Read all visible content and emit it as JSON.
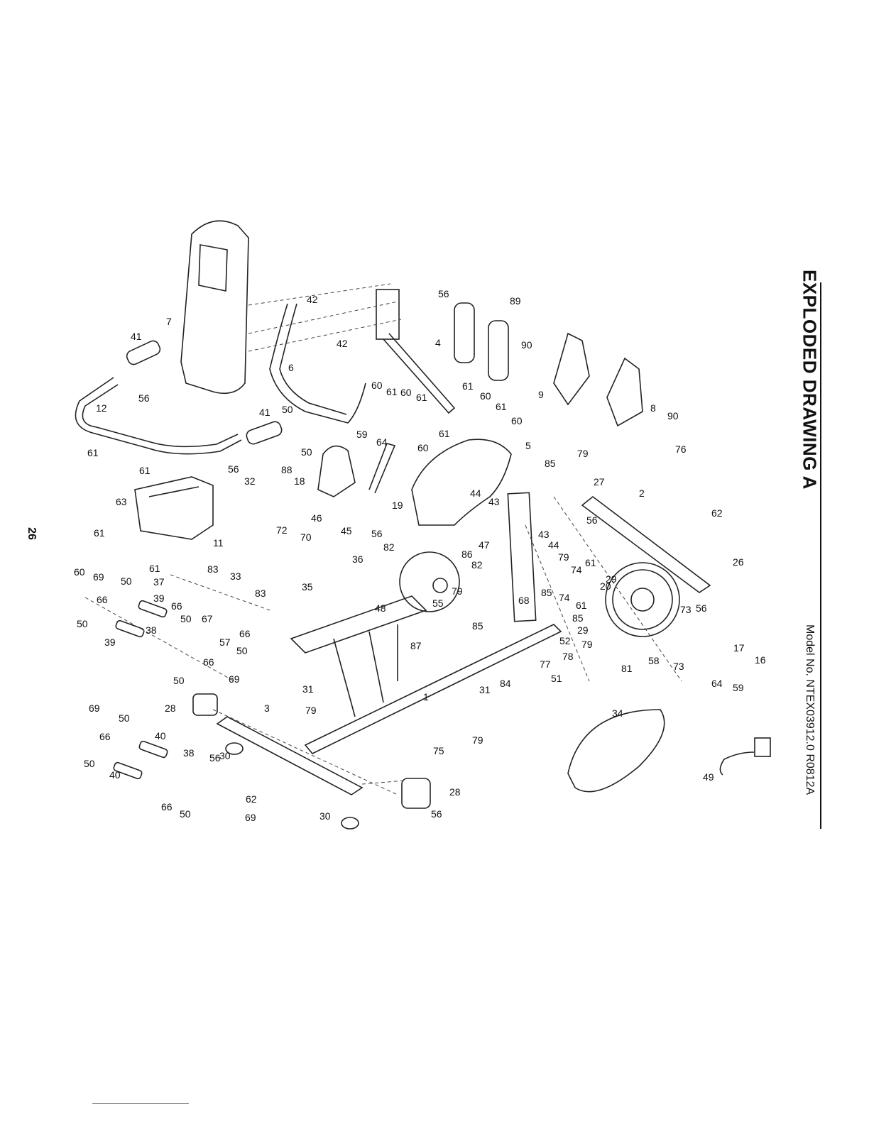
{
  "header": {
    "title": "EXPLODED DRAWING A",
    "model": "Model No. NTEX03912.0 R0812A",
    "page_number": "26"
  },
  "callouts": [
    "1",
    "2",
    "3",
    "4",
    "5",
    "6",
    "7",
    "8",
    "9",
    "11",
    "12",
    "16",
    "17",
    "18",
    "19",
    "20",
    "26",
    "27",
    "28",
    "29",
    "30",
    "31",
    "32",
    "33",
    "34",
    "35",
    "36",
    "37",
    "38",
    "39",
    "40",
    "41",
    "42",
    "43",
    "44",
    "45",
    "46",
    "47",
    "48",
    "49",
    "50",
    "51",
    "52",
    "55",
    "56",
    "57",
    "58",
    "59",
    "60",
    "61",
    "62",
    "63",
    "64",
    "66",
    "67",
    "68",
    "69",
    "70",
    "72",
    "73",
    "74",
    "75",
    "76",
    "77",
    "78",
    "79",
    "81",
    "82",
    "83",
    "84",
    "85",
    "86",
    "87",
    "88",
    "89",
    "90"
  ]
}
